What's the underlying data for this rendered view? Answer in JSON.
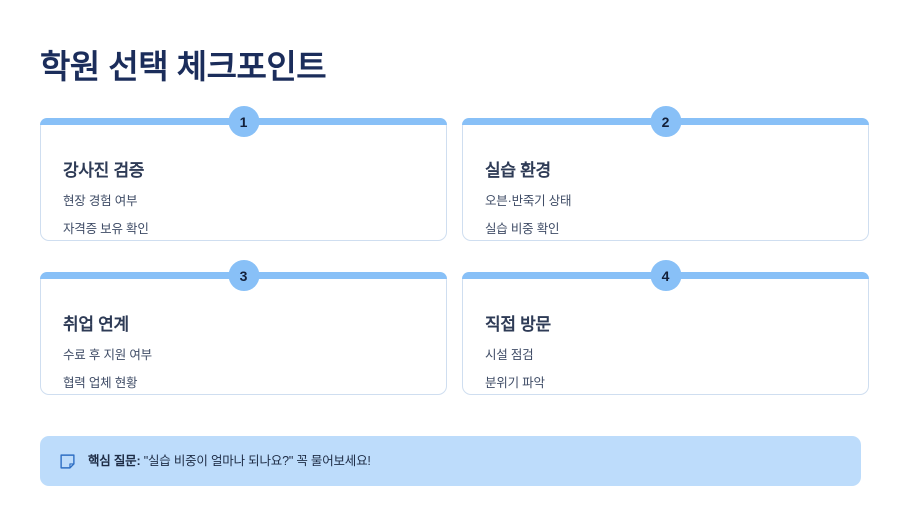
{
  "page": {
    "title": "학원 선택 체크포인트",
    "background_color": "#ffffff",
    "title_color": "#1b2d5b",
    "accent_color": "#88c0f7",
    "card_border_color": "#cfdef0",
    "callout_bg_color": "#bddcfb"
  },
  "cards": [
    {
      "number": "1",
      "title": "강사진 검증",
      "items": [
        "현장 경험 여부",
        "자격증 보유 확인"
      ]
    },
    {
      "number": "2",
      "title": "실습 환경",
      "items": [
        "오븐·반죽기 상태",
        "실습 비중 확인"
      ]
    },
    {
      "number": "3",
      "title": "취업 연계",
      "items": [
        "수료 후 지원 여부",
        "협력 업체 현황"
      ]
    },
    {
      "number": "4",
      "title": "직접 방문",
      "items": [
        "시설 점검",
        "분위기 파악"
      ]
    }
  ],
  "callout": {
    "icon": "note-icon",
    "lead": "핵심 질문:",
    "text": " \"실습 비중이 얼마나 되나요?\" 꼭 물어보세요!"
  }
}
